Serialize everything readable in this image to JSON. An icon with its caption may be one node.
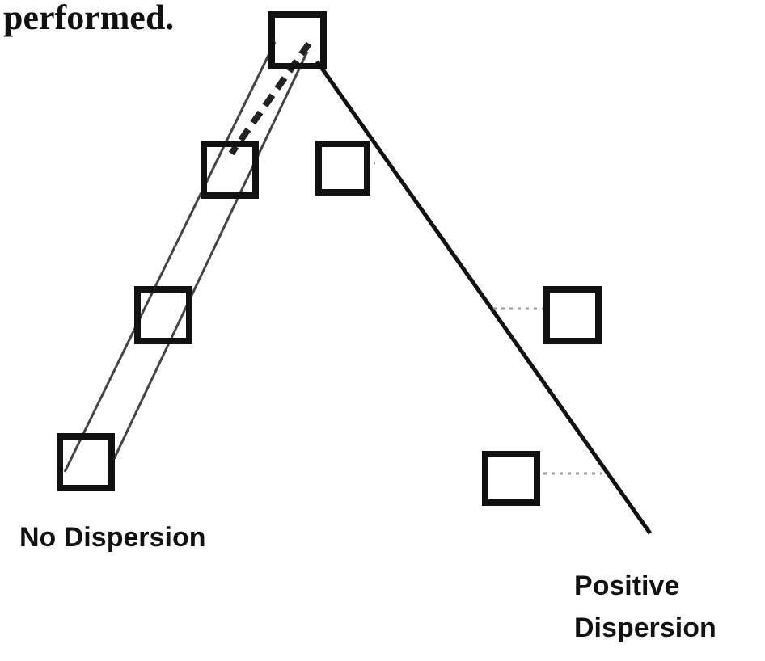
{
  "diagram": {
    "labels": [
      "performed.",
      "No Dispersion",
      "Positive Dispersion"
    ]
  }
}
